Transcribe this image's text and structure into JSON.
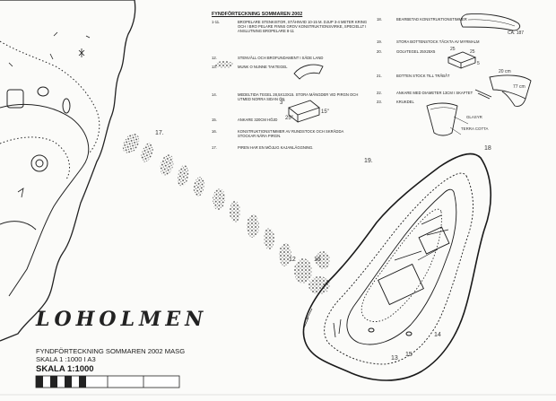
{
  "legend": {
    "heading": "FYNDFÖRTECKNING SOMMAREN 2002",
    "items": [
      {
        "num": "1-11.",
        "text": "BROPELARE STENKISTOR, STÄHNVID 10-15 M. DJUP 3-4 METER KRING OCH I BRO PELARE FINNS GROV KONSTRUKTIONSVIRKE, SPECIELLT I ANSLUTNING BROPELARE 8-11"
      },
      {
        "num": "12.",
        "text": "STENVÄLL OCH BROFUNDAMENT I SÄDE LAND"
      },
      {
        "num": "13.",
        "text": "MUNK O NUNNE TAKTEGEL"
      },
      {
        "num": "14.",
        "text": "MEDELTIDA TEGEL 28,5X13X15. STORA MÄNGDER VID PIRGN OCH UTMED NORRA SIDAN ÖN"
      },
      {
        "num": "15.",
        "text": "ANKARE 320CM HÖJD"
      },
      {
        "num": "16.",
        "text": "KONSTRUKTIONSTIMMER AV RUNDSTOCK OCH SKRÄDDA STOCKAR NÄRA PIRGN."
      },
      {
        "num": "17.",
        "text": "PIREN HAR EN MÖJLIG KAJANLÄGGNING."
      },
      {
        "num": "18.",
        "text": "BEARBETAD KONSTRUKTIONSTIMMER"
      },
      {
        "num": "19.",
        "text": "STORA BOTTENSTOCK TÄCKTA AV MYRMALM"
      },
      {
        "num": "20.",
        "text": "GOLVTEGEL 25X25X5"
      },
      {
        "num": "21.",
        "text": "BOTTEN STOCK TILL TRÅBÅT"
      },
      {
        "num": "22.",
        "text": "ANKARE MED DIAMETER 13CM I SKAFTET"
      },
      {
        "num": "23.",
        "text": "KRUKDEL"
      }
    ]
  },
  "sketch_labels": {
    "tegel_dim_a": "3\"",
    "tegel_dim_b": "25\"",
    "tegel_dim_c": "15\"",
    "timber_ca": "CA. 187",
    "golv_a": "25",
    "golv_b": "25",
    "golv_c": "5",
    "stock_dim": "20 cm",
    "stock_len": "77 cm",
    "kruk_label_1": "GLASYR",
    "kruk_label_2": "TERRA COTTA"
  },
  "map_labels": {
    "n17": "17.",
    "n12": "12",
    "n16": "16",
    "n19": "19.",
    "n18": "18",
    "n14": "14",
    "n13": "13",
    "n15": "15"
  },
  "title": {
    "name": "LOHOLMEN",
    "line1": "FYNDFÖRTECKNING SOMMAREN 2002 MASG",
    "line2": "SKALA 1 :1000 I A3",
    "line3": "SKALA 1:1000"
  }
}
